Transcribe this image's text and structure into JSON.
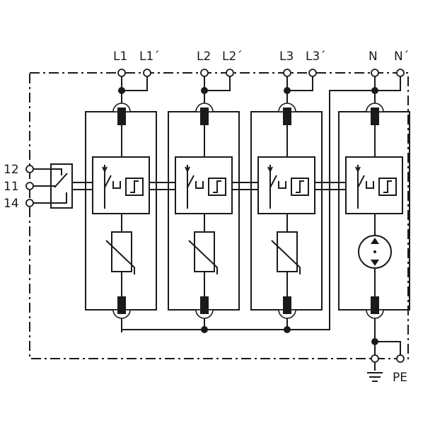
{
  "terminals_top": {
    "l1": "L1",
    "l1p": "L1´",
    "l2": "L2",
    "l2p": "L2´",
    "l3": "L3",
    "l3p": "L3´",
    "n": "N",
    "np": "N´"
  },
  "terminals_left": {
    "t12": "12",
    "t11": "11",
    "t14": "14"
  },
  "terminals_bottom": {
    "pe": "PE",
    "earth": "earth-symbol"
  },
  "modules": [
    {
      "id": "module-l1",
      "protection": "varistor"
    },
    {
      "id": "module-l2",
      "protection": "varistor"
    },
    {
      "id": "module-l3",
      "protection": "varistor"
    },
    {
      "id": "module-n",
      "protection": "spark-gap"
    }
  ],
  "colors": {
    "ink": "#1a1a1a",
    "background": "#ffffff"
  }
}
